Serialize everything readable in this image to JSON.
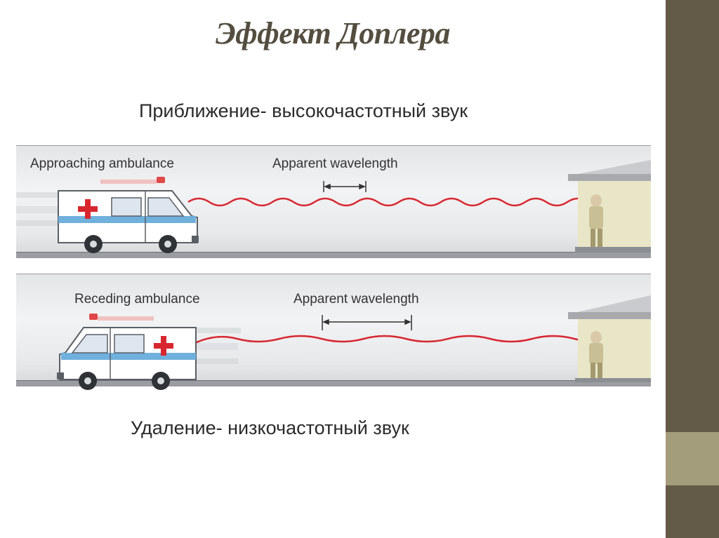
{
  "slide": {
    "title": "Эффект Доплера"
  },
  "diagram": {
    "approach": {
      "heading": "Приближение- высокочастотный звук",
      "vehicle_label": "Approaching ambulance",
      "wavelength_label": "Apparent wavelength"
    },
    "recede": {
      "heading": "Удаление- низкочастотный звук",
      "vehicle_label": "Receding ambulance",
      "wavelength_label": "Apparent wavelength"
    },
    "colors": {
      "wave": "#d8262f",
      "cross": "#d8262f",
      "stripe": "#6fb0dc",
      "side_band": "#635a47",
      "side_accent": "#a39d7c"
    }
  }
}
